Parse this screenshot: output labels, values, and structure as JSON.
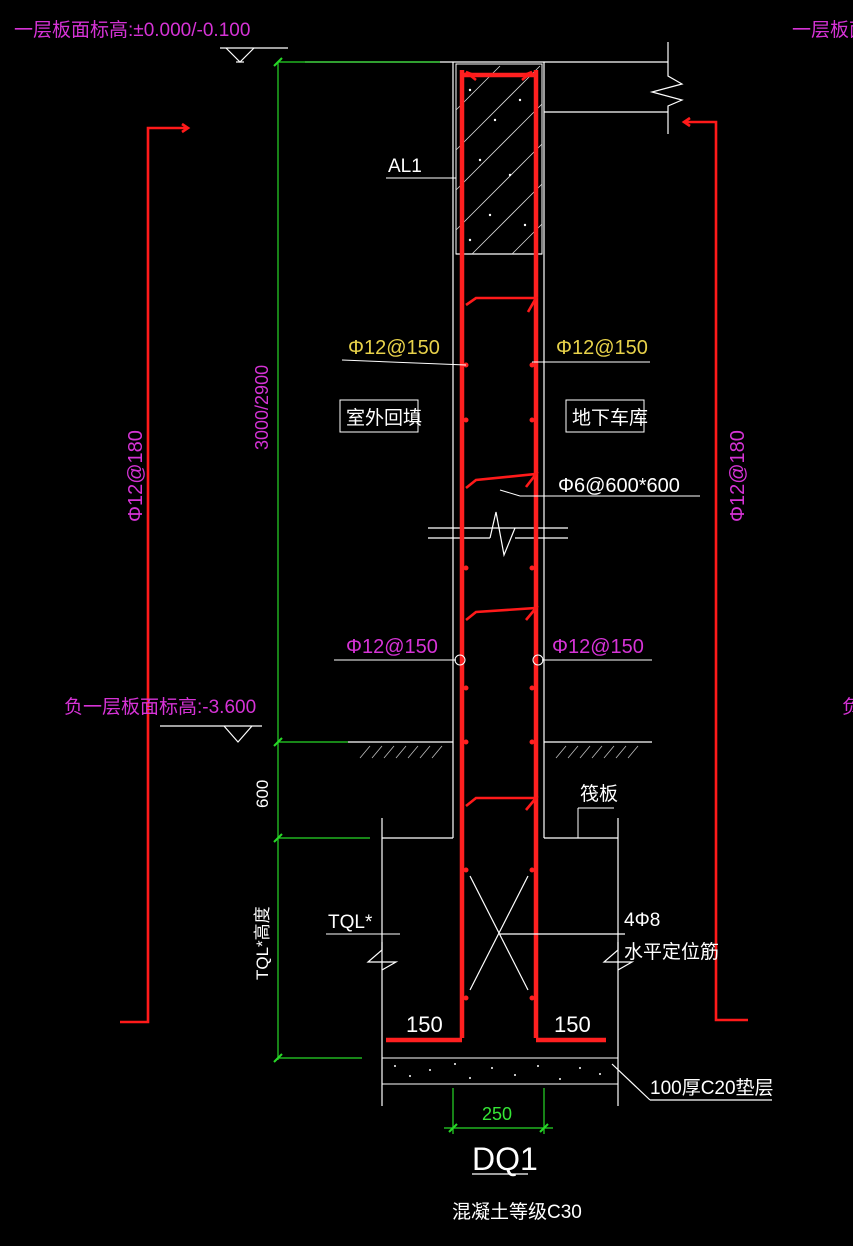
{
  "labels": {
    "top_elev_left": "一层板面标高:±0.000/-0.100",
    "top_elev_right": "一层板面",
    "beam": "AL1",
    "rebar_top_left": "Φ12@150",
    "rebar_top_right": "Φ12@150",
    "outside_fill": "室外回填",
    "garage": "地下车库",
    "tie_bar": "Φ6@600*600",
    "rebar_bot_left": "Φ12@150",
    "rebar_bot_right": "Φ12@150",
    "basement_elev": "负一层板面标高:-3.600",
    "basement_elev_right": "负",
    "raft": "筏板",
    "tql": "TQL*",
    "tql_height": "TQL*高度",
    "positioning_count": "4Φ8",
    "positioning_bar": "水平定位筋",
    "left_extend": "150",
    "right_extend": "150",
    "cushion": "100厚C20垫层",
    "wall_width": "250",
    "wall_id": "DQ1",
    "concrete": "混凝土等级C30",
    "dim_height": "3000/2900",
    "dim_600": "600",
    "long_rebar_left": "Φ12@180",
    "long_rebar_right": "Φ12@180"
  },
  "colors": {
    "rebar": "#ff1a1a",
    "annotation": "#d633d6",
    "note": "#e8d24a",
    "dimension": "#27d827",
    "outline": "#ffffff"
  }
}
